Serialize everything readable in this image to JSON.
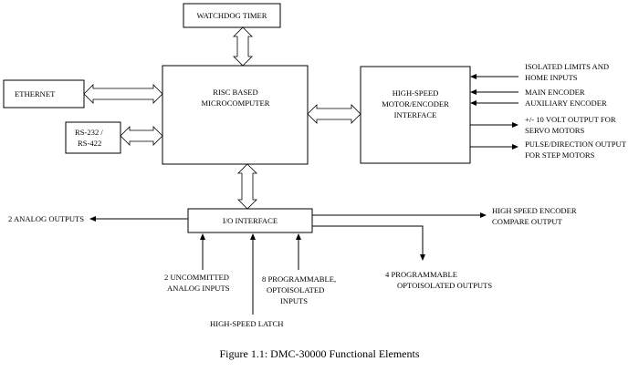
{
  "diagram": {
    "blocks": {
      "watchdog": "WATCHDOG TIMER",
      "ethernet": "ETHERNET",
      "rs_line1": "RS-232 /",
      "rs_line2": "RS-422",
      "risc_line1": "RISC BASED",
      "risc_line2": "MICROCOMPUTER",
      "motor_line1": "HIGH-SPEED",
      "motor_line2": "MOTOR/ENCODER",
      "motor_line3": "INTERFACE",
      "io": "I/O INTERFACE"
    },
    "right_signals": {
      "isolated_line1": "ISOLATED LIMITS AND",
      "isolated_line2": "HOME INPUTS",
      "main_encoder": "MAIN ENCODER",
      "aux_encoder": "AUXILIARY ENCODER",
      "servo_line1": "+/- 10 VOLT OUTPUT FOR",
      "servo_line2": "SERVO MOTORS",
      "step_line1": "PULSE/DIRECTION OUTPUT",
      "step_line2": "FOR STEP MOTORS"
    },
    "io_signals": {
      "analog_outputs": "2 ANALOG OUTPUTS",
      "hs_compare_line1": "HIGH SPEED ENCODER",
      "hs_compare_line2": "COMPARE OUTPUT",
      "uncommitted_line1": "2 UNCOMMITTED",
      "uncommitted_line2": "ANALOG INPUTS",
      "hs_latch": "HIGH-SPEED LATCH",
      "prog_in_line1": "8 PROGRAMMABLE,",
      "prog_in_line2": "OPTOISOLATED",
      "prog_in_line3": "INPUTS",
      "prog_out_line1": "4 PROGRAMMABLE",
      "prog_out_line2": "OPTOISOLATED OUTPUTS"
    },
    "caption": "Figure 1.1: DMC-30000 Functional Elements"
  }
}
